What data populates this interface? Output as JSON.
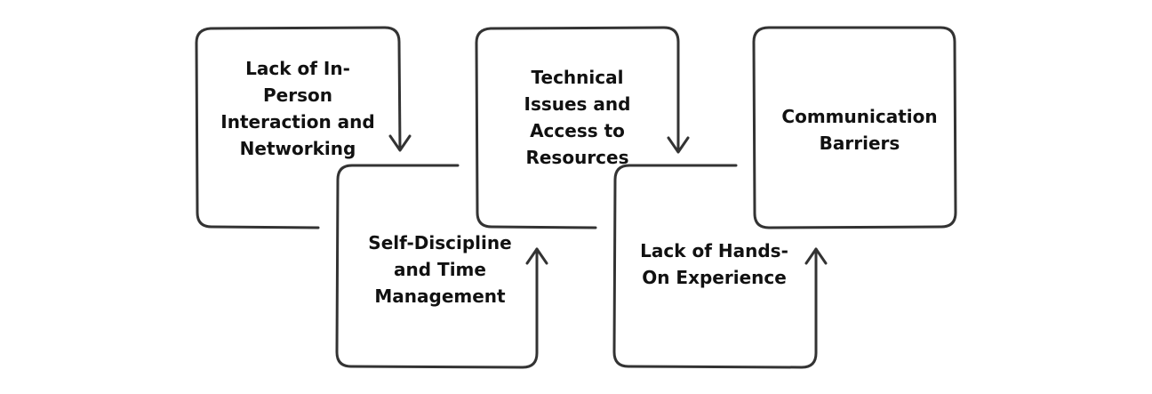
{
  "diagram": {
    "stroke_color": "#333333",
    "text_color": "#111111",
    "steps": [
      {
        "label": "Lack of In-Person Interaction and Networking",
        "arrow": "down"
      },
      {
        "label": "Self-Discipline and Time Management",
        "arrow": "up"
      },
      {
        "label": "Technical Issues and Access to Resources",
        "arrow": "down"
      },
      {
        "label": "Lack of Hands-On Experience",
        "arrow": "up"
      },
      {
        "label": "Communication Barriers"
      }
    ]
  }
}
